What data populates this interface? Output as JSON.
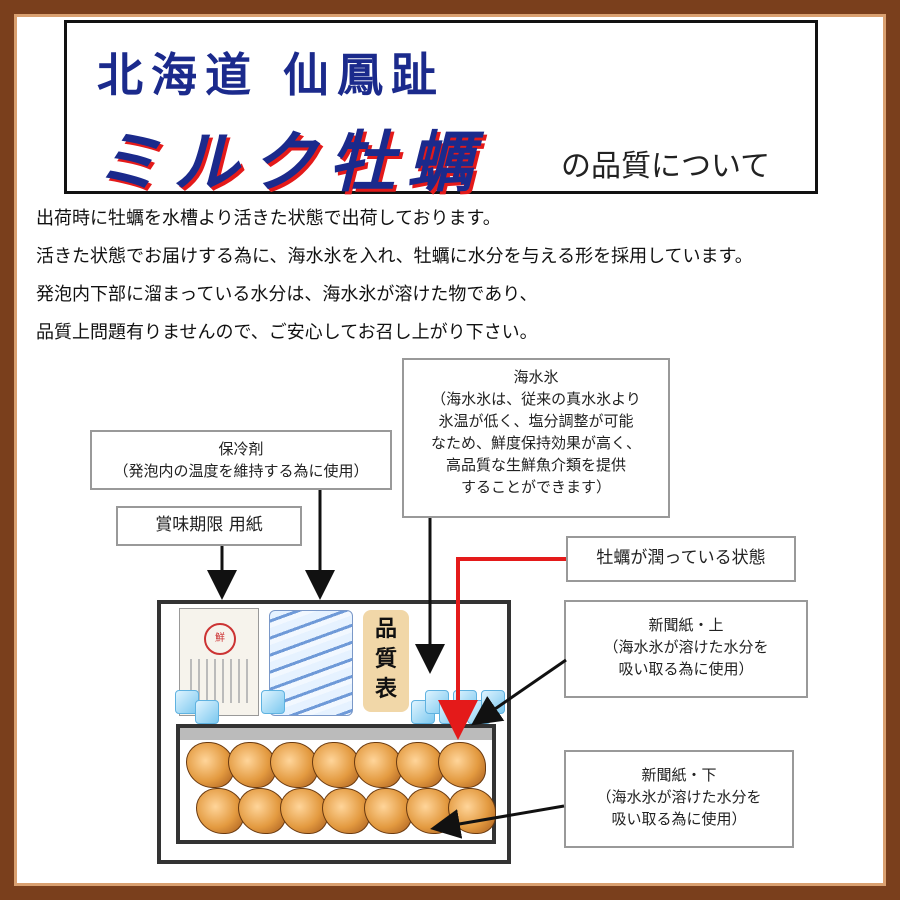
{
  "title": {
    "line1": "北海道 仙鳳趾",
    "line2": "ミルク牡蠣",
    "line3": "の品質について"
  },
  "intro": [
    "出荷時に牡蠣を水槽より活きた状態で出荷しております。",
    "活きた状態でお届けする為に、海水氷を入れ、牡蠣に水分を与える形を採用しています。",
    "発泡内下部に溜まっている水分は、海水氷が溶けた物であり、",
    "品質上問題有りませんので、ご安心してお召し上がり下さい。"
  ],
  "labels": {
    "kaisuihyo": {
      "title": "海水氷",
      "body": [
        "（海水氷は、従来の真水氷より",
        "氷温が低く、塩分調整が可能",
        "なため、鮮度保持効果が高く、",
        "高品質な生鮮魚介類を提供",
        "することができます）"
      ]
    },
    "horeizai": {
      "title": "保冷剤",
      "body": "（発泡内の温度を維持する為に使用）"
    },
    "shomikigen": "賞味期限 用紙",
    "uruotte": "牡蠣が潤っている状態",
    "shinbun_ue": {
      "title": "新聞紙・上",
      "body": [
        "（海水氷が溶けた水分を",
        "吸い取る為に使用）"
      ]
    },
    "shinbun_shita": {
      "title": "新聞紙・下",
      "body": [
        "（海水氷が溶けた水分を",
        "吸い取る為に使用）"
      ]
    }
  },
  "illustration": {
    "quality_label": [
      "品",
      "質",
      "表"
    ]
  },
  "colors": {
    "frame": "#7a3f1c",
    "title_blue": "#1b2a8c",
    "title_shadow_red": "#e41a1a",
    "pointer_red": "#e41a1a"
  }
}
